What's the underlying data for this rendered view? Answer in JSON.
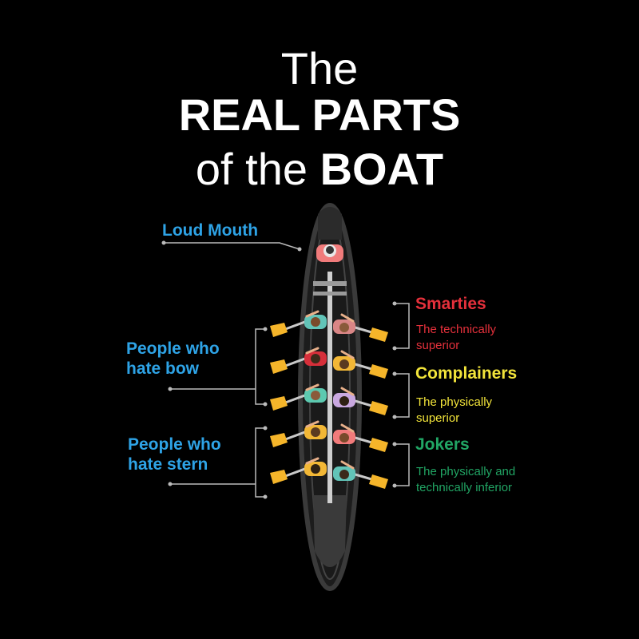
{
  "title": {
    "line1": "The",
    "line2": "REAL PARTS",
    "line3_prefix": "of the",
    "line3_bold": "BOAT"
  },
  "labels": {
    "loud_mouth": "Loud Mouth",
    "people_bow_1": "People who",
    "people_bow_2": "hate bow",
    "people_stern_1": "People who",
    "people_stern_2": "hate stern",
    "smarties": "Smarties",
    "smarties_sub_1": "The technically",
    "smarties_sub_2": "superior",
    "complainers": "Complainers",
    "complainers_sub_1": "The physically",
    "complainers_sub_2": "superior",
    "jokers": "Jokers",
    "jokers_sub_1": "The physically and",
    "jokers_sub_2": "technically inferior"
  },
  "colors": {
    "background": "#000000",
    "blue": "#2ea3e6",
    "red": "#e5303b",
    "yellow": "#f2e43a",
    "green": "#21a564",
    "oar": "#f5b52a",
    "hull": "#2a2a2a"
  }
}
